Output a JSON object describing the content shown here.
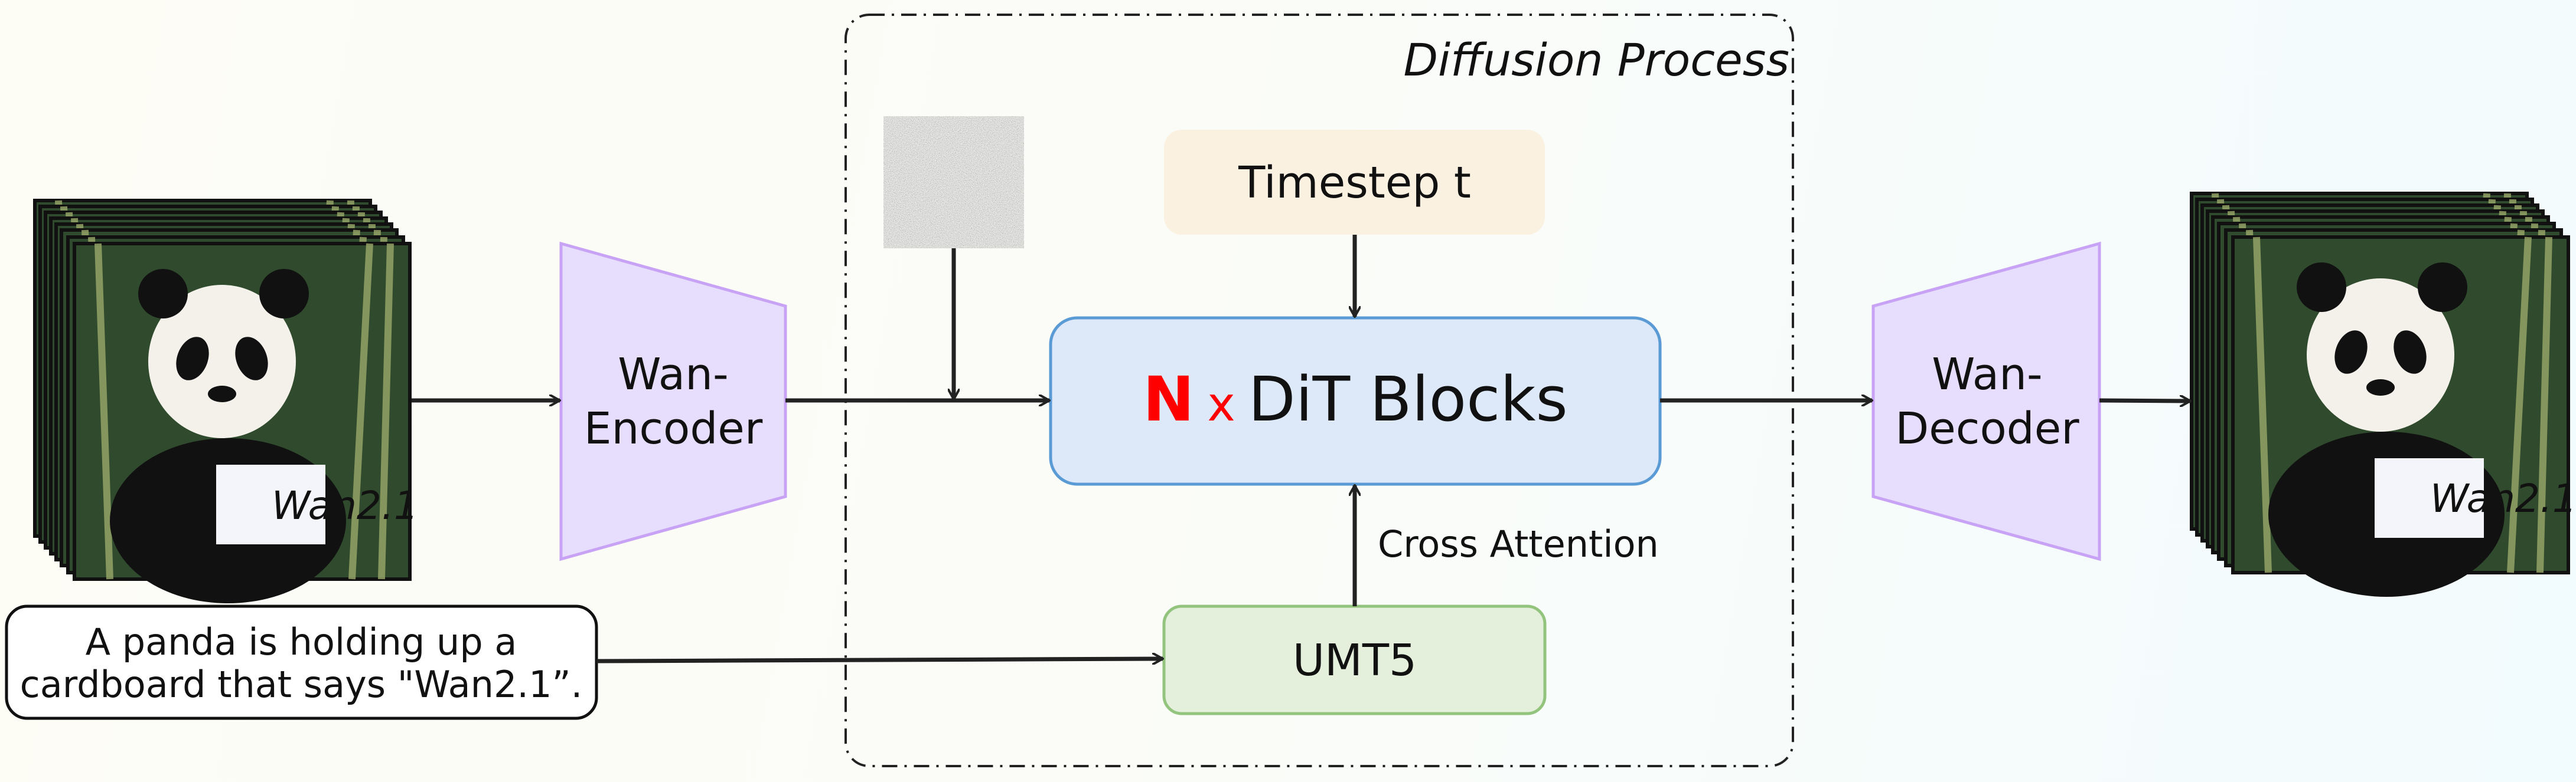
{
  "diffusion_process": {
    "title": "Diffusion Process"
  },
  "input_video": {
    "sign_text": "Wan2.1"
  },
  "output_video": {
    "sign_text": "Wan2.1"
  },
  "encoder": {
    "line1": "Wan-",
    "line2": "Encoder"
  },
  "decoder": {
    "line1": "Wan-",
    "line2": "Decoder"
  },
  "timestep": {
    "label": "Timestep t"
  },
  "dit": {
    "n": "N",
    "x": "x",
    "label": "DiT Blocks"
  },
  "cross_attention": {
    "label": "Cross Attention"
  },
  "umt5": {
    "label": "UMT5"
  },
  "prompt": {
    "line1": "A panda is holding up a",
    "line2": "cardboard that says \"Wan2.1”."
  },
  "colors": {
    "timestep_fill": "#faf1e1",
    "dit_fill": "#dde9f9",
    "dit_stroke": "#5b9bd5",
    "umt5_fill": "#e4efdc",
    "umt5_stroke": "#93c47d",
    "vae_fill": "#e7defd",
    "vae_stroke": "#c8a2f4",
    "n_highlight": "#ff0000"
  }
}
